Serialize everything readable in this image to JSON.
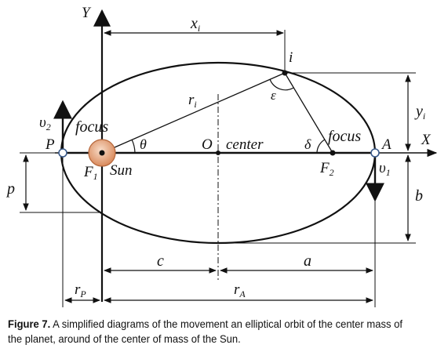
{
  "labels": {
    "Y": "Y",
    "X": "X",
    "xi": "x",
    "xi_sub": "i",
    "i": "i",
    "ri": "r",
    "ri_sub": "i",
    "eps": "ε",
    "yi": "y",
    "yi_sub": "i",
    "v2": "υ",
    "v2_sub": "2",
    "focus_left": "focus",
    "P": "P",
    "theta": "θ",
    "O": "O",
    "center": "center",
    "delta": "δ",
    "focus_right": "focus",
    "A": "A",
    "v1": "υ",
    "v1_sub": "1",
    "F1": "F",
    "F1_sub": "1",
    "sun": "Sun",
    "F2": "F",
    "F2_sub": "2",
    "p": "p",
    "b": "b",
    "c": "c",
    "a": "a",
    "rP": "r",
    "rP_sub": "P",
    "rA": "r",
    "rA_sub": "A"
  },
  "caption": {
    "label": "Figure 7.",
    "text": " A simplified diagrams of the movement an elliptical orbit of the center mass of the planet, around of the center of mass of the Sun."
  },
  "colors": {
    "sun_fill": "#e0a07a",
    "sun_stroke": "#a0522d",
    "point_ring": "#3a5a8a"
  }
}
